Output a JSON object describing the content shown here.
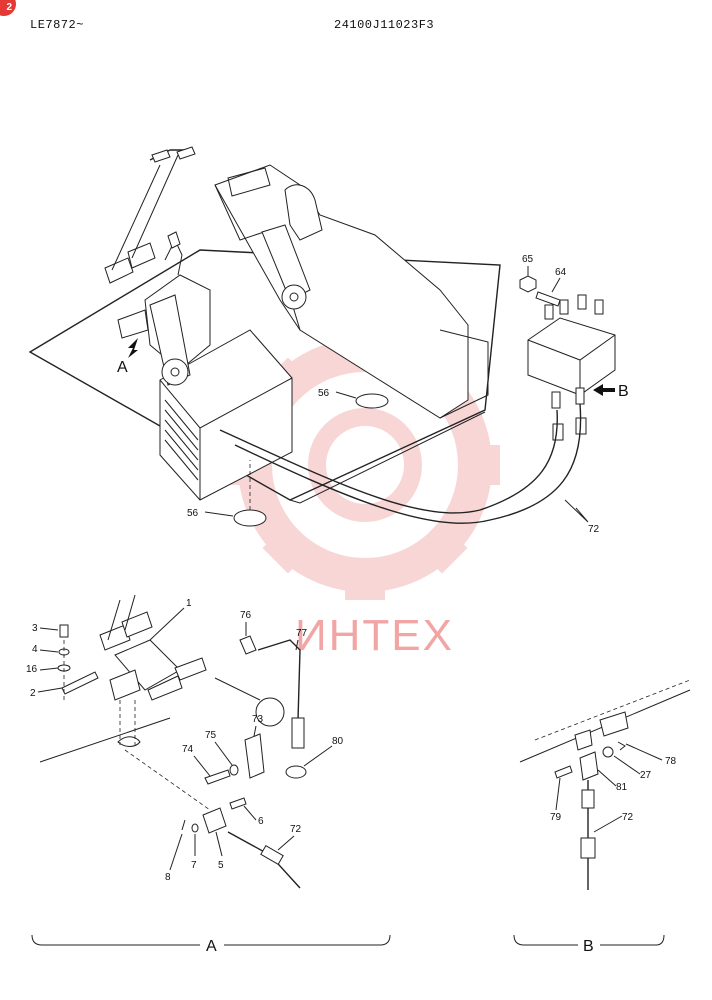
{
  "header": {
    "left": "LE7872~",
    "right": "24100J11023F3",
    "badge": "2"
  },
  "watermark": "ИНТЕХ",
  "callouts": {
    "c56a": "56",
    "c56b": "56",
    "c65": "65",
    "c64": "64",
    "c72": "72",
    "viewA": "A",
    "viewB": "B",
    "c1": "1",
    "c3": "3",
    "c4": "4",
    "c16": "16",
    "c2": "2",
    "c76": "76",
    "c77": "77",
    "c73": "73",
    "c75": "75",
    "c74": "74",
    "c80": "80",
    "c6": "6",
    "c72b": "72",
    "c8": "8",
    "c7": "7",
    "c5": "5",
    "c78": "78",
    "c27": "27",
    "c81": "81",
    "c79": "79",
    "c72c": "72"
  },
  "section_labels": {
    "a": "A",
    "b": "B"
  },
  "colors": {
    "watermark": "#f2a5a5",
    "badge": "#e53935"
  }
}
